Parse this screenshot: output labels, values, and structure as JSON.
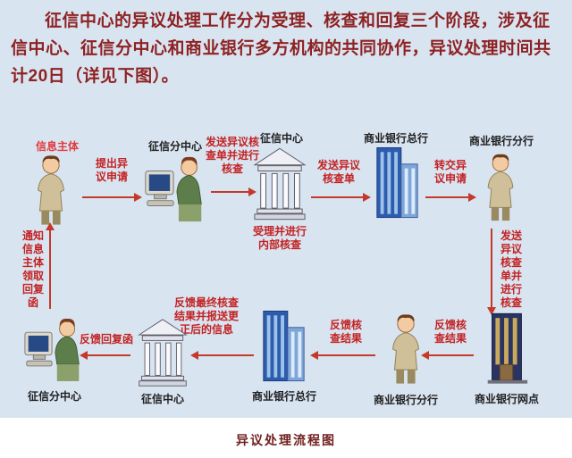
{
  "intro": "征信中心的异议处理工作分为受理、核查和回复三个阶段，涉及征信中心、征信分中心和商业银行多方机构的共同协作，异议处理时间共计20日（详见下图）。",
  "caption": "异议处理流程图",
  "nodes": {
    "info_subject": "信息主体",
    "credit_sub_center_top": "征信分中心",
    "credit_center_top": "征信中心",
    "credit_center_note": "受理并进行\n内部核查",
    "bank_hq_top": "商业银行总行",
    "bank_branch_top": "商业银行分行",
    "bank_outlet": "商业银行网点",
    "bank_branch_bottom": "商业银行分行",
    "bank_hq_bottom": "商业银行总行",
    "credit_center_bottom": "征信中心",
    "credit_sub_center_bottom": "征信分中心"
  },
  "edges": {
    "submit_dispute": "提出异\n议申请",
    "send_check_form_and_check": "发送异议核\n查单并进行\n核查",
    "send_check_form": "发送异议\n核查单",
    "forward_dispute": "转交异\n议申请",
    "send_check_form_vertical": "发送\n异议\n核查\n单并\n进行\n核查",
    "feedback_result_right": "反馈核\n查结果",
    "feedback_result_mid": "反馈核\n查结果",
    "feedback_final_result": "反馈最终核查\n结果并报送更\n正后的信息",
    "feedback_reply": "反馈回复函",
    "notify_subject": "通知\n信息\n主体\n领取\n回复\n函"
  },
  "colors": {
    "background": "#d9e4f1",
    "intro_text": "#8e2222",
    "edge_text": "#c32222",
    "arrow": "#c33a2a",
    "node_label": "#202020",
    "highlight_label": "#e23a3c",
    "caption_text": "#70201f"
  }
}
